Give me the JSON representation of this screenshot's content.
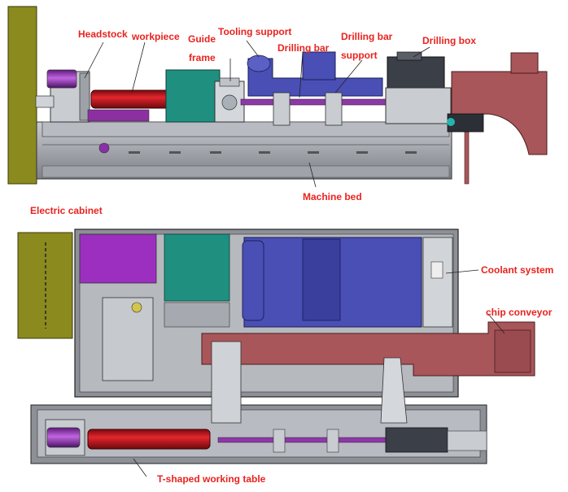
{
  "labels": {
    "headstock": "Headstock",
    "workpiece": "workpiece",
    "guide_frame_line1": "Guide",
    "guide_frame_line2": "frame",
    "tooling_support": "Tooling support",
    "drilling_bar": "Drilling bar",
    "drilling_bar_support_line1": "Drilling bar",
    "drilling_bar_support_line2": "support",
    "drilling_box": "Drilling box",
    "machine_bed": "Machine bed",
    "electric_cabinet": "Electric cabinet",
    "coolant_system": "Coolant system",
    "chip_conveyor": "chip conveyor",
    "t_shaped_working_table": "T-shaped working table"
  },
  "colors": {
    "label_red": "#e8231f",
    "cabinet_olive": "#8a8a1f",
    "workpiece_red": "#c4121a",
    "motor_purple": "#9c2fc0",
    "tooling_blue": "#4a4fb5",
    "teal": "#1f8f80",
    "chip_brown": "#a8565a",
    "bed_gray": "#8d9096"
  }
}
